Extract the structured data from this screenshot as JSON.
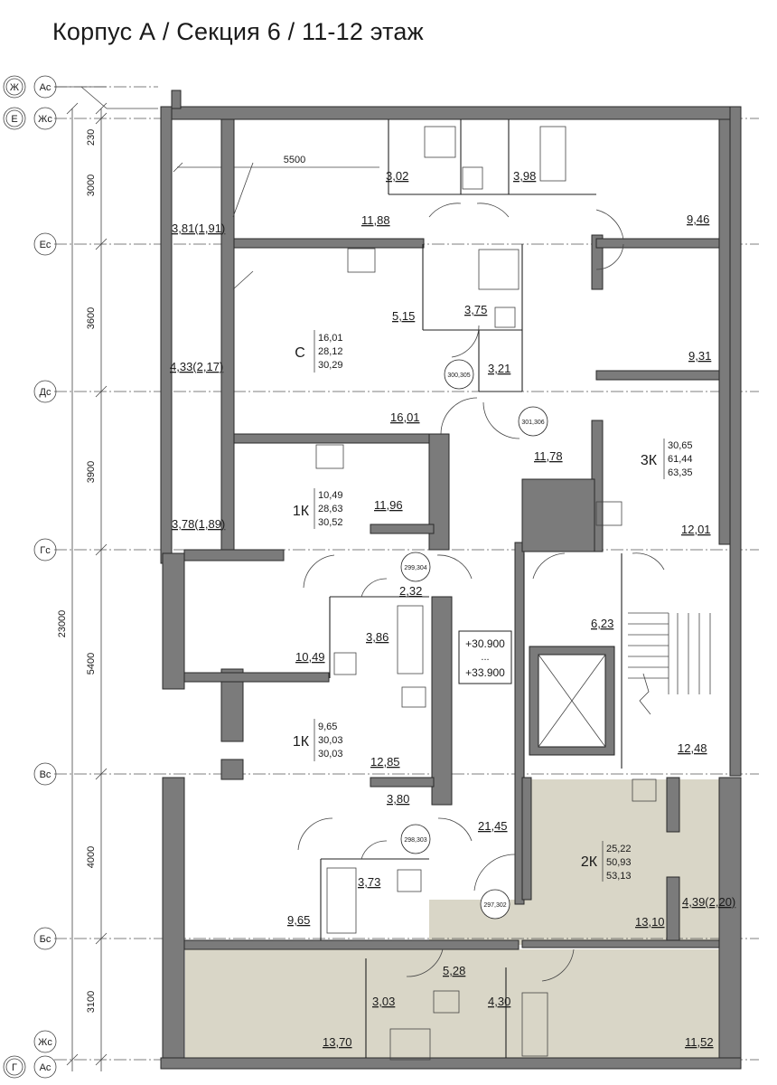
{
  "title": "Корпус А / Секция 6 / 11-12 этаж",
  "axes": {
    "left_top": [
      "Ж",
      "Ас",
      "Е",
      "Жс"
    ],
    "rows": [
      "Ес",
      "Дс",
      "Гс",
      "Вс",
      "Бс"
    ],
    "left_bottom": [
      "Жс",
      "Г",
      "Ас"
    ]
  },
  "dimensions": {
    "vertical": [
      "230",
      "3000",
      "3600",
      "3900",
      "5400",
      "4000",
      "3100"
    ],
    "total": "23000",
    "horizontal": "5500"
  },
  "apartments": [
    {
      "type": "С",
      "values": [
        "16,01",
        "28,12",
        "30,29"
      ]
    },
    {
      "type": "3К",
      "values": [
        "30,65",
        "61,44",
        "63,35"
      ]
    },
    {
      "type": "1К",
      "values": [
        "10,49",
        "28,63",
        "30,52"
      ]
    },
    {
      "type": "1К",
      "values": [
        "9,65",
        "30,03",
        "30,03"
      ]
    },
    {
      "type": "2К",
      "values": [
        "25,22",
        "50,93",
        "53,13"
      ]
    }
  ],
  "room_areas": {
    "a_302": "3,02",
    "a_398": "3,98",
    "a_1188": "11,88",
    "a_946": "9,46",
    "a_381": "3,81(1,91)",
    "a_515": "5,15",
    "a_375": "3,75",
    "a_433": "4,33(2,17)",
    "a_931": "9,31",
    "a_321": "3,21",
    "a_1601": "16,01",
    "a_1178": "11,78",
    "a_1196": "11,96",
    "a_378": "3,78(1,89)",
    "a_1201": "12,01",
    "a_232": "2,32",
    "a_623": "6,23",
    "a_386": "3,86",
    "a_1049": "10,49",
    "a_1248": "12,48",
    "a_1285": "12,85",
    "a_380": "3,80",
    "a_2145": "21,45",
    "a_373": "3,73",
    "a_965": "9,65",
    "a_439": "4,39(2,20)",
    "a_1310": "13,10",
    "a_528": "5,28",
    "a_303": "3,03",
    "a_430": "4,30",
    "a_1370": "13,70",
    "a_1152": "11,52"
  },
  "elevations": [
    "+30.900",
    "...",
    "+33.900"
  ],
  "door_tags": [
    "300,305",
    "301,306",
    "299,304",
    "298,303",
    "297,302"
  ],
  "colors": {
    "wall": "#7b7b7b",
    "highlight": "#d9d6c7",
    "line": "#222222"
  }
}
